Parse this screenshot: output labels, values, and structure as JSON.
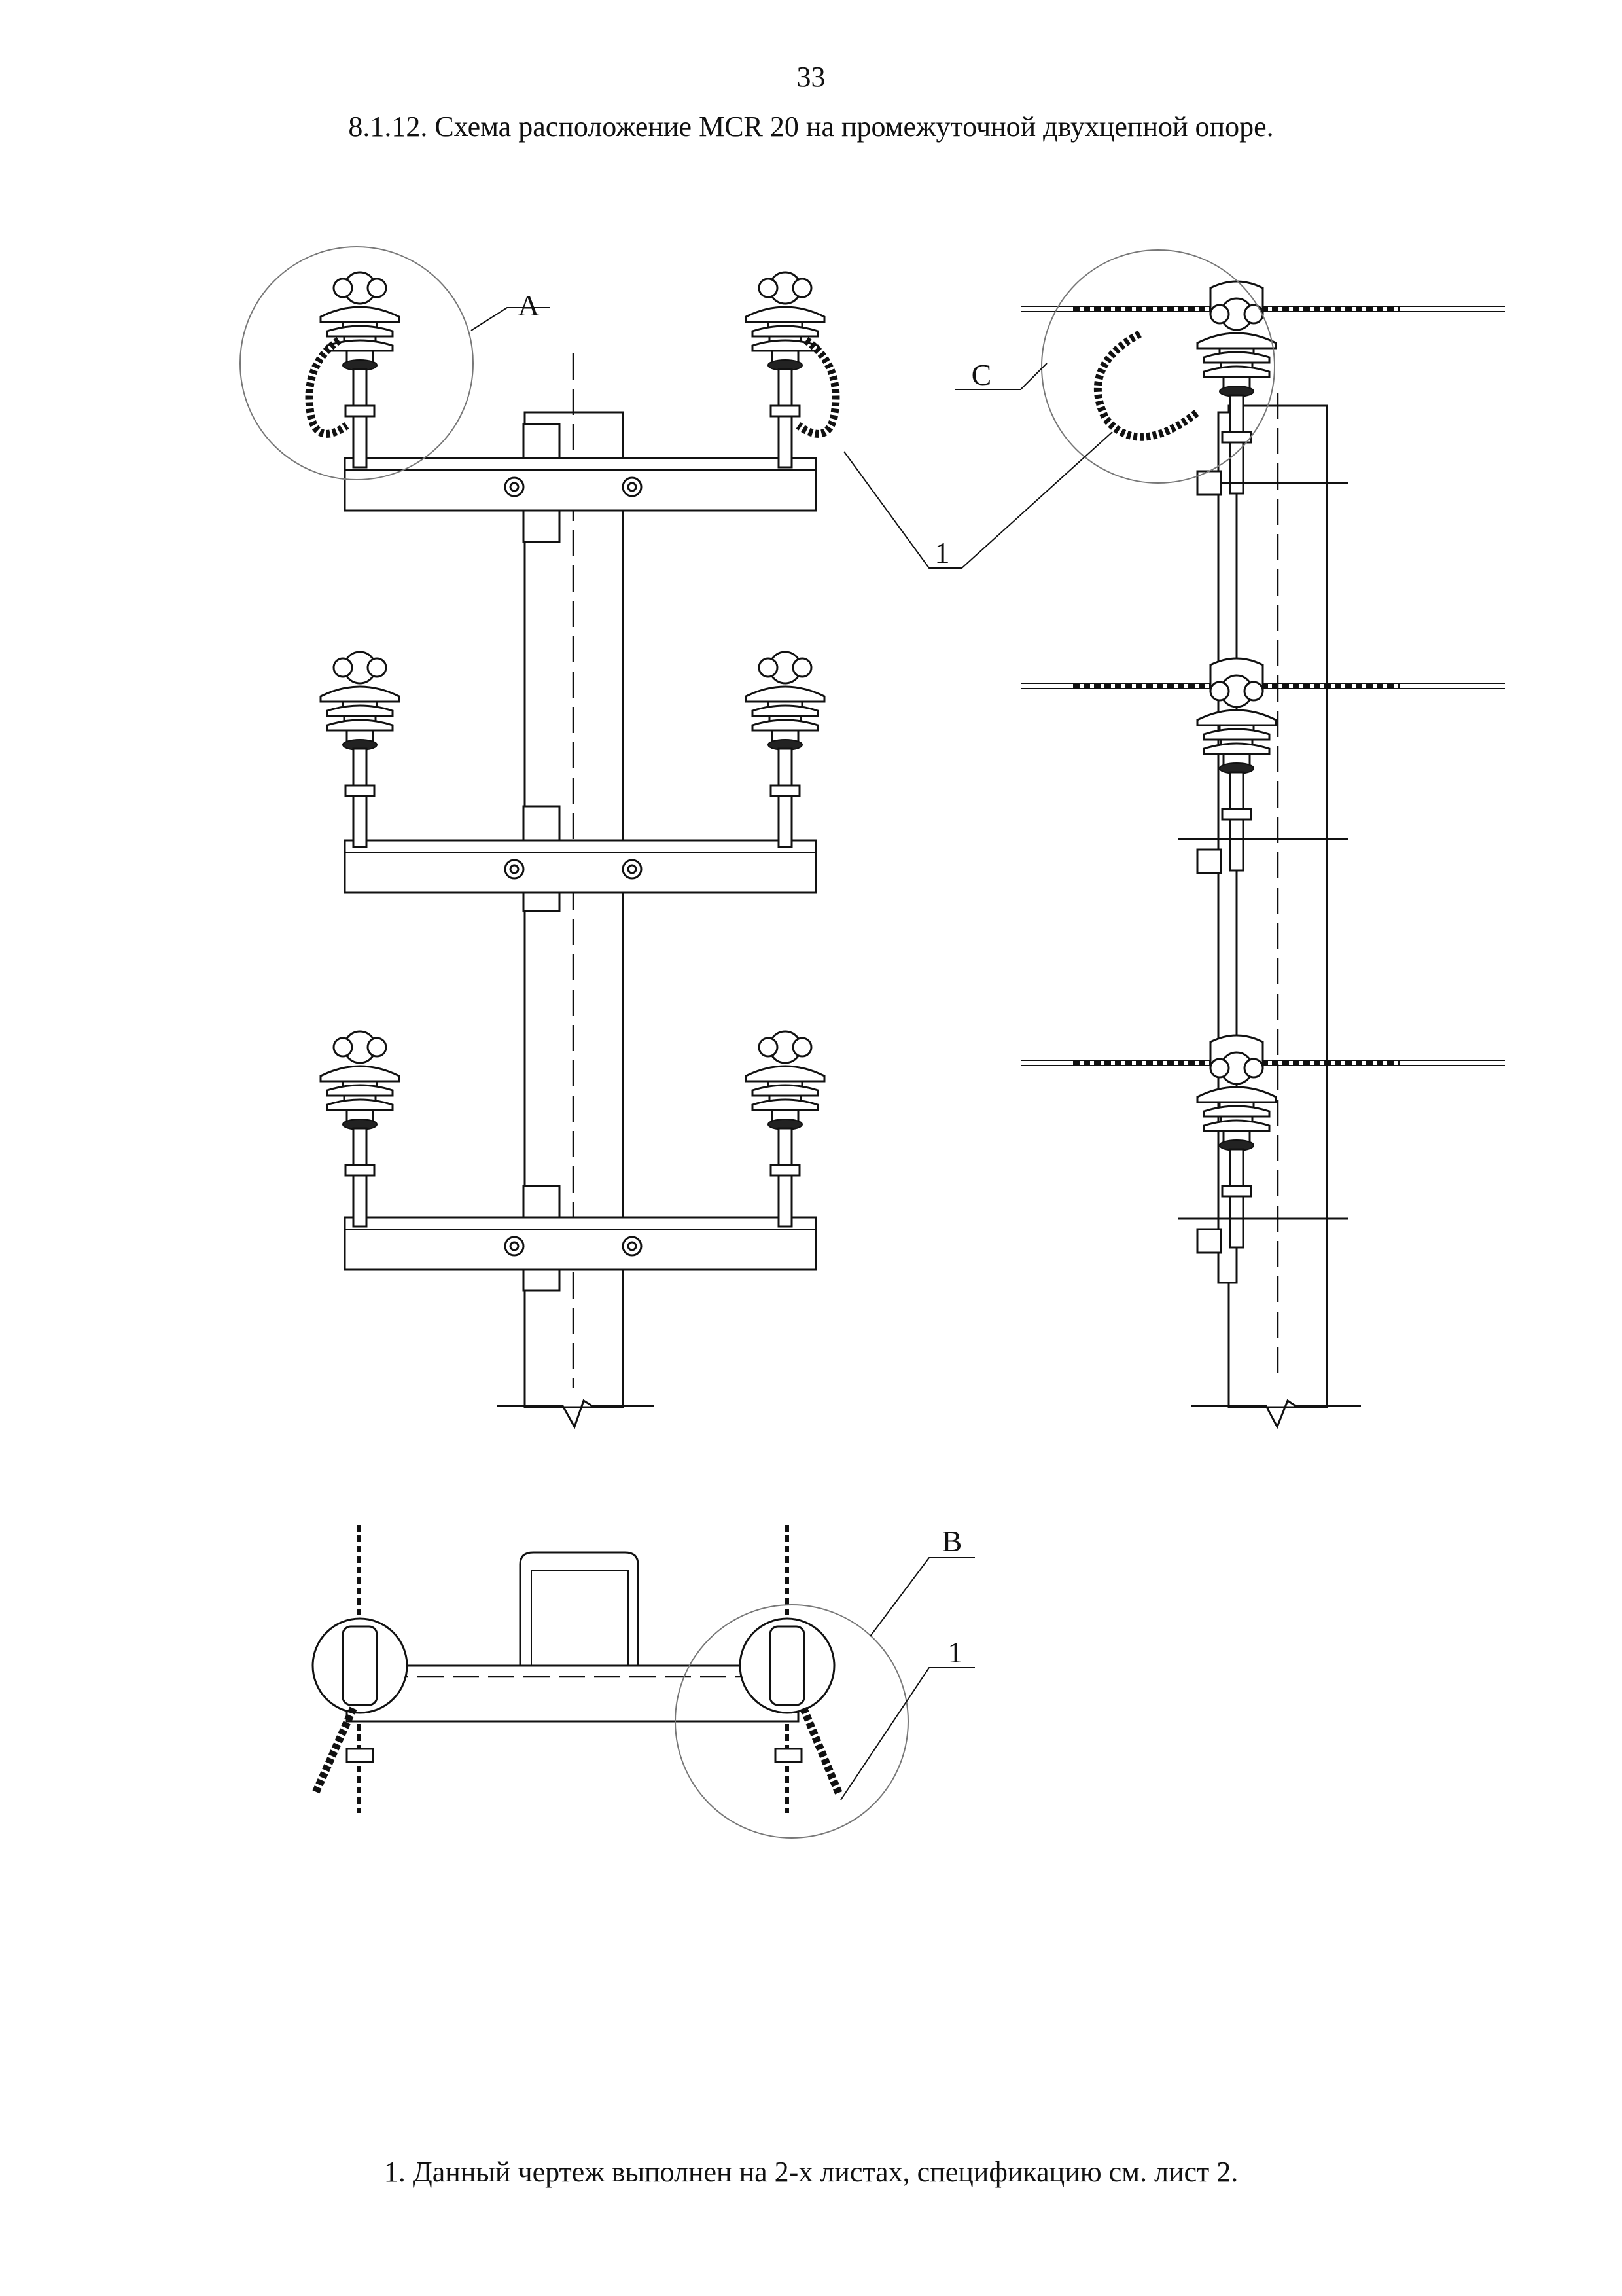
{
  "page": {
    "number": "33",
    "caption": "8.1.12. Схема расположение MCR 20 на промежуточной двухцепной опоре.",
    "footnote": "1. Данный чертеж выполнен на 2-х листах, спецификацию см. лист 2."
  },
  "drawing": {
    "detail_labels": {
      "a": "A",
      "b": "B",
      "c": "C"
    },
    "leader_labels": {
      "item_1_top": "1",
      "item_1_bottom": "1"
    }
  }
}
